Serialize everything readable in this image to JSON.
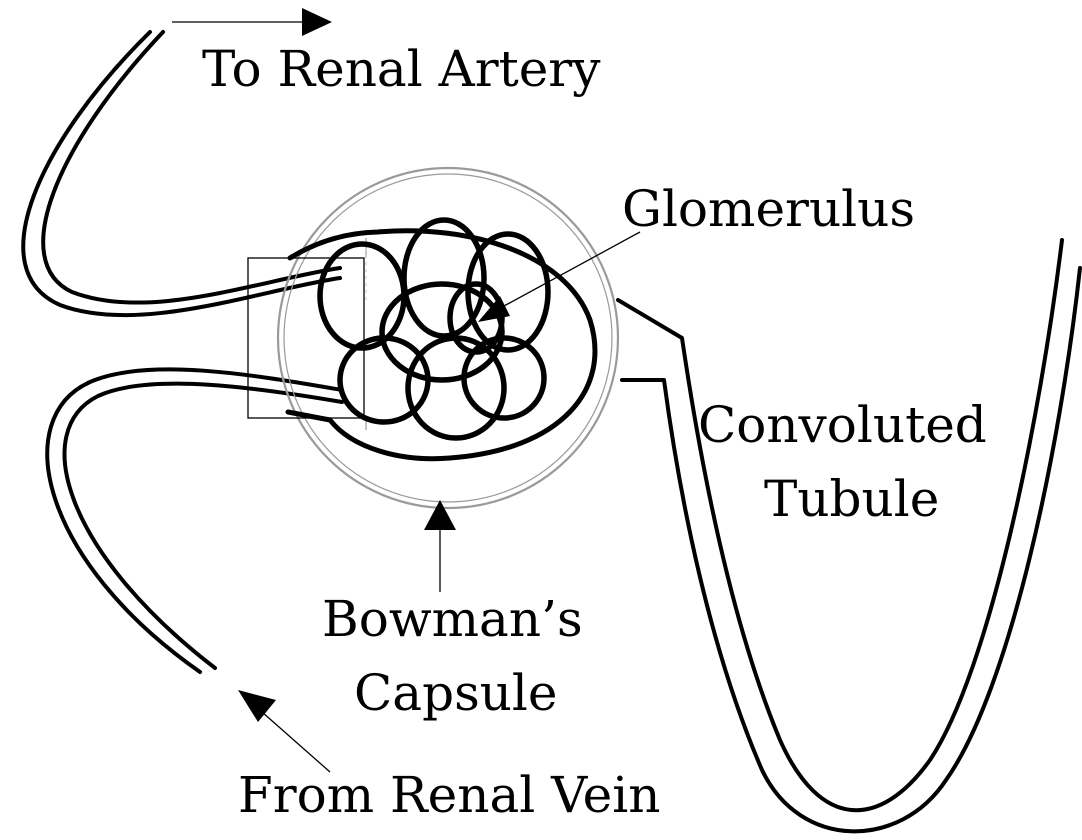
{
  "labels": {
    "to_renal_artery": "To Renal Artery",
    "glomerulus": "Glomerulus",
    "convoluted_tubule_line1": "Convoluted",
    "convoluted_tubule_line2": "Tubule",
    "bowmans_capsule_line1": "Bowman’s",
    "bowmans_capsule_line2": "Capsule",
    "from_renal_vein": "From Renal Vein"
  },
  "colors": {
    "ink": "#000000",
    "capsule_outer": "#9a9a9a",
    "background": "#ffffff"
  }
}
